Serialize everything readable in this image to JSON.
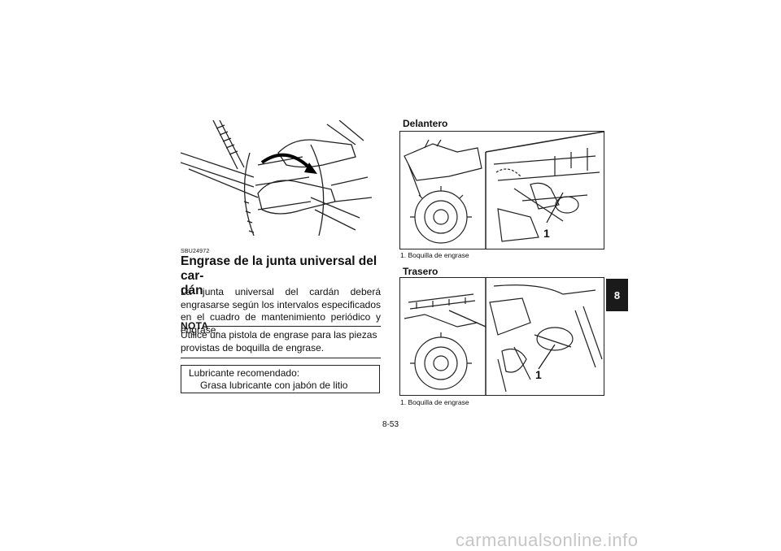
{
  "figures": {
    "left_alt": "Manos girando la rueda con flecha de rotación",
    "front_callout": "1",
    "rear_callout": "1"
  },
  "section": {
    "code": "SBU24972",
    "title_line1": "Engrase de la junta universal del car-",
    "title_line2": "dán",
    "body": "La junta universal del cardán deberá engrasarse según los intervalos especificados en el cuadro de mantenimiento periódico y engrase.",
    "nota_label": "NOTA",
    "nota_text": "Utilice una pistola de engrase para las piezas provistas de boquilla de engrase.",
    "lubricant_label": "Lubricante recomendado:",
    "lubricant_value": "Grasa lubricante con jabón de litio"
  },
  "right": {
    "front_heading": "Delantero",
    "front_caption": "1. Boquilla de engrase",
    "rear_heading": "Trasero",
    "rear_caption": "1. Boquilla de engrase"
  },
  "page_number": "8-53",
  "chapter_tab": "8",
  "watermark": "carmanualsonline.info"
}
